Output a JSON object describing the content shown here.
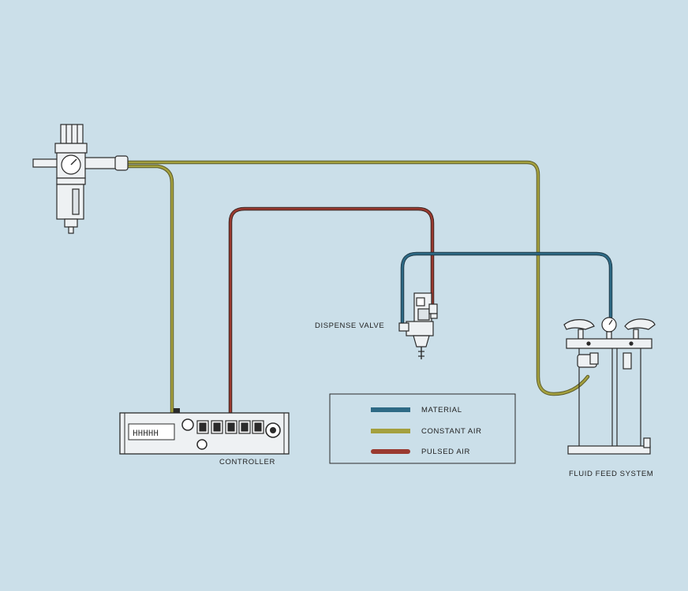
{
  "labels": {
    "dispense_valve": "DISPENSE VALVE",
    "controller": "CONTROLLER",
    "fluid_feed_system": "FLUID FEED SYSTEM"
  },
  "legend": {
    "items": [
      {
        "label": "MATERIAL",
        "color": "#2e6a85"
      },
      {
        "label": "CONSTANT AIR",
        "color": "#a4a03e"
      },
      {
        "label": "PULSED AIR",
        "color": "#9a3a30"
      }
    ]
  },
  "colors": {
    "background": "#cbdfe9",
    "line_art": "#2b2b2b",
    "material": "#2e6a85",
    "constant_air": "#a4a03e",
    "pulsed_air": "#9a3a30"
  },
  "controller": {
    "display_text": "HHHHH"
  }
}
